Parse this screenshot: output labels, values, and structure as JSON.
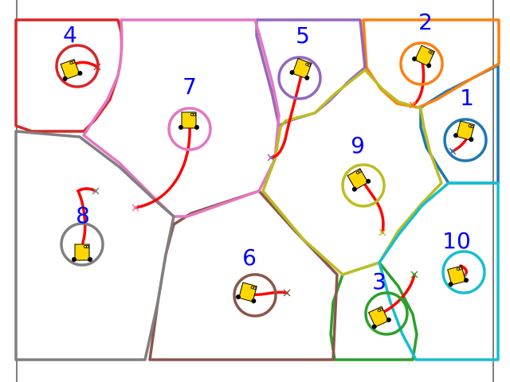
{
  "colors": {
    "trajectory": "#ff0000",
    "label": "#0000ff",
    "robot_body": "#ffd700",
    "robot_outline": "#000000",
    "wheel": "#000000",
    "boundary": "#000000"
  },
  "icons": {
    "robot": "robot-icon",
    "goal": "goal-cross-icon"
  },
  "robots": [
    {
      "id": "1",
      "label": "1",
      "color": "#1f77b4"
    },
    {
      "id": "2",
      "label": "2",
      "color": "#ff7f0e"
    },
    {
      "id": "3",
      "label": "3",
      "color": "#2ca02c"
    },
    {
      "id": "4",
      "label": "4",
      "color": "#d62728"
    },
    {
      "id": "5",
      "label": "5",
      "color": "#9467bd"
    },
    {
      "id": "6",
      "label": "6",
      "color": "#8c564b"
    },
    {
      "id": "7",
      "label": "7",
      "color": "#e377c2"
    },
    {
      "id": "8",
      "label": "8",
      "color": "#7f7f7f"
    },
    {
      "id": "9",
      "label": "9",
      "color": "#bcbd22"
    },
    {
      "id": "10",
      "label": "10",
      "color": "#17becf"
    }
  ]
}
